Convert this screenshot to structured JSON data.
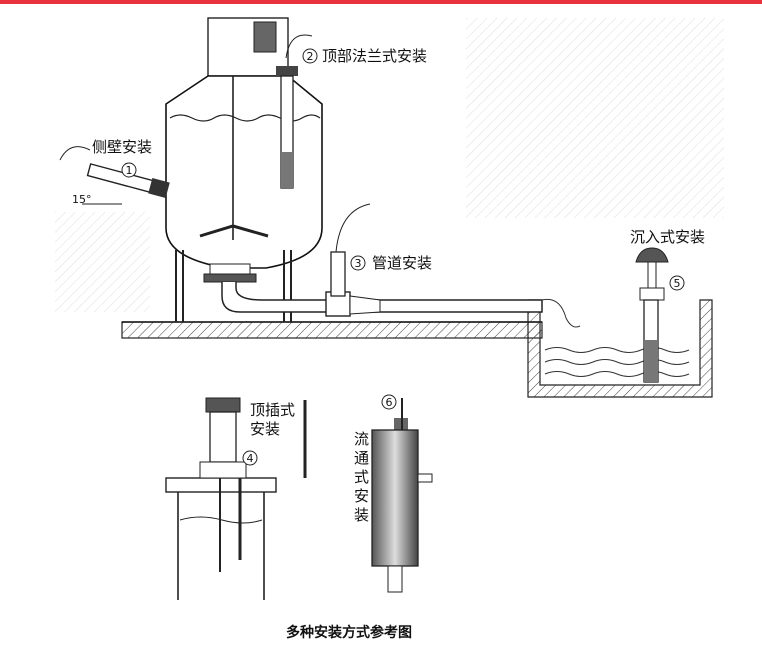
{
  "accent_color": "#e8323c",
  "labels": {
    "side_wall": "侧壁安装",
    "top_flange": "顶部法兰式安装",
    "pipeline": "管道安装",
    "immersion": "沉入式安装",
    "top_insert": [
      "顶插式",
      "安装"
    ],
    "flow_through": [
      "流",
      "通",
      "式",
      "安",
      "装"
    ]
  },
  "markers": [
    "1",
    "2",
    "3",
    "4",
    "5",
    "6"
  ],
  "angle_label": "15°",
  "caption": "多种安装方式参考图"
}
